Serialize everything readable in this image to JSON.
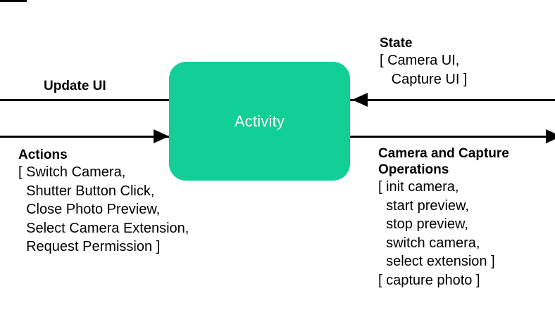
{
  "diagram": {
    "title_mark": "",
    "node": {
      "label": "Activity",
      "fill_color": "#12CE97",
      "text_color": "#FFFFFF"
    },
    "flows": {
      "update_ui": {
        "label": "Update UI",
        "direction": "left"
      },
      "actions": {
        "heading": "Actions",
        "open": "[ Switch Camera,",
        "items": [
          "  Shutter Button Click,",
          "  Close Photo Preview,",
          "  Select Camera Extension,",
          "  Request Permission ]"
        ],
        "direction": "right"
      },
      "state": {
        "heading": "State",
        "open": "[ Camera UI,",
        "items": [
          "   Capture UI ]"
        ],
        "direction": "left"
      },
      "camera_ops": {
        "heading_line1": "Camera and Capture",
        "heading_line2": "Operations",
        "open": "[ init camera,",
        "items": [
          "  start preview,",
          "  stop preview,",
          "  switch camera,",
          "  select extension ]"
        ],
        "extra": "[ capture photo ]",
        "direction": "right"
      }
    },
    "colors": {
      "line": "#000000",
      "background": "#FFFFFF"
    }
  }
}
